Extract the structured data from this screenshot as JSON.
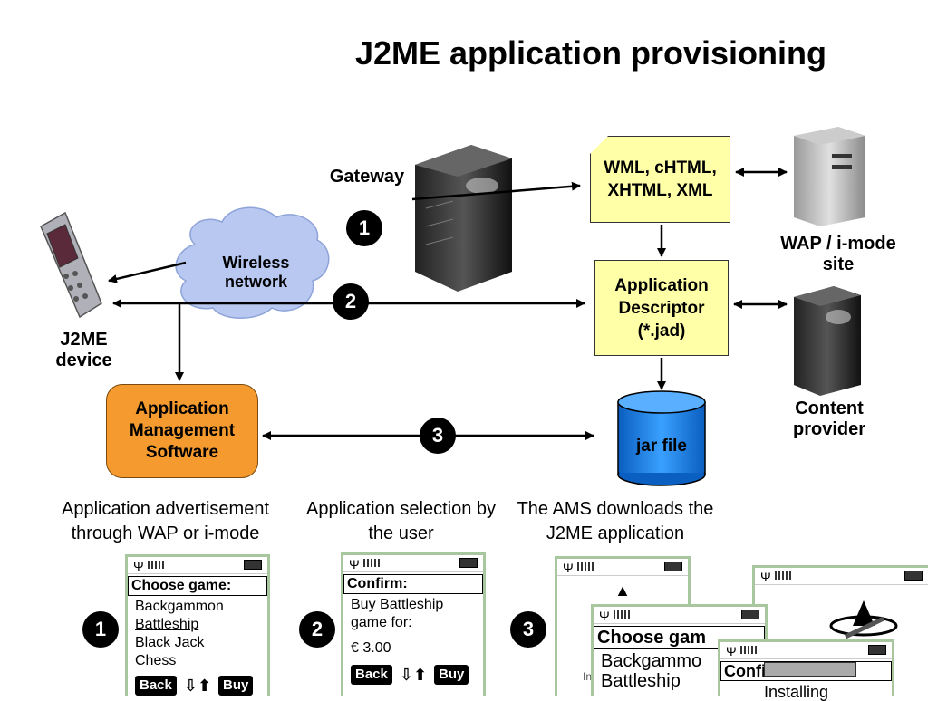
{
  "title": "J2ME application provisioning",
  "labels": {
    "gateway": "Gateway",
    "wireless_network": "Wireless network",
    "j2me_device": "J2ME device",
    "note_markup": "WML, cHTML, XHTML, XML",
    "note_descriptor": "Application Descriptor (*.jad)",
    "wap_site": "WAP / i-mode site",
    "content_provider": "Content provider",
    "ams": "Application Management Software",
    "jar_file": "jar file"
  },
  "steps": [
    "1",
    "2",
    "3"
  ],
  "captions": [
    "Application advertisement through WAP or i-mode",
    "Application selection by the user",
    "The AMS downloads the J2ME application"
  ],
  "screen1": {
    "header": "Choose game:",
    "items": [
      "Backgammon",
      "Battleship",
      "Black Jack",
      "Chess"
    ],
    "back": "Back",
    "buy": "Buy"
  },
  "screen2": {
    "header": "Confirm:",
    "text": "Buy Battleship game for:",
    "price": "€ 3.00",
    "back": "Back",
    "buy": "Buy"
  },
  "screen3": {
    "stack_header": "Choose gam",
    "stack_items": [
      "Backgammo",
      "Battleship"
    ],
    "confirm": "Confirm:",
    "installing": "Installing",
    "installing_small": "Installing"
  },
  "colors": {
    "note": "#ffffa8",
    "ams": "#f49a2e",
    "jar": "#1e90ff",
    "cloud": "#b8c8f0",
    "screen_border": "#a8c79e"
  }
}
